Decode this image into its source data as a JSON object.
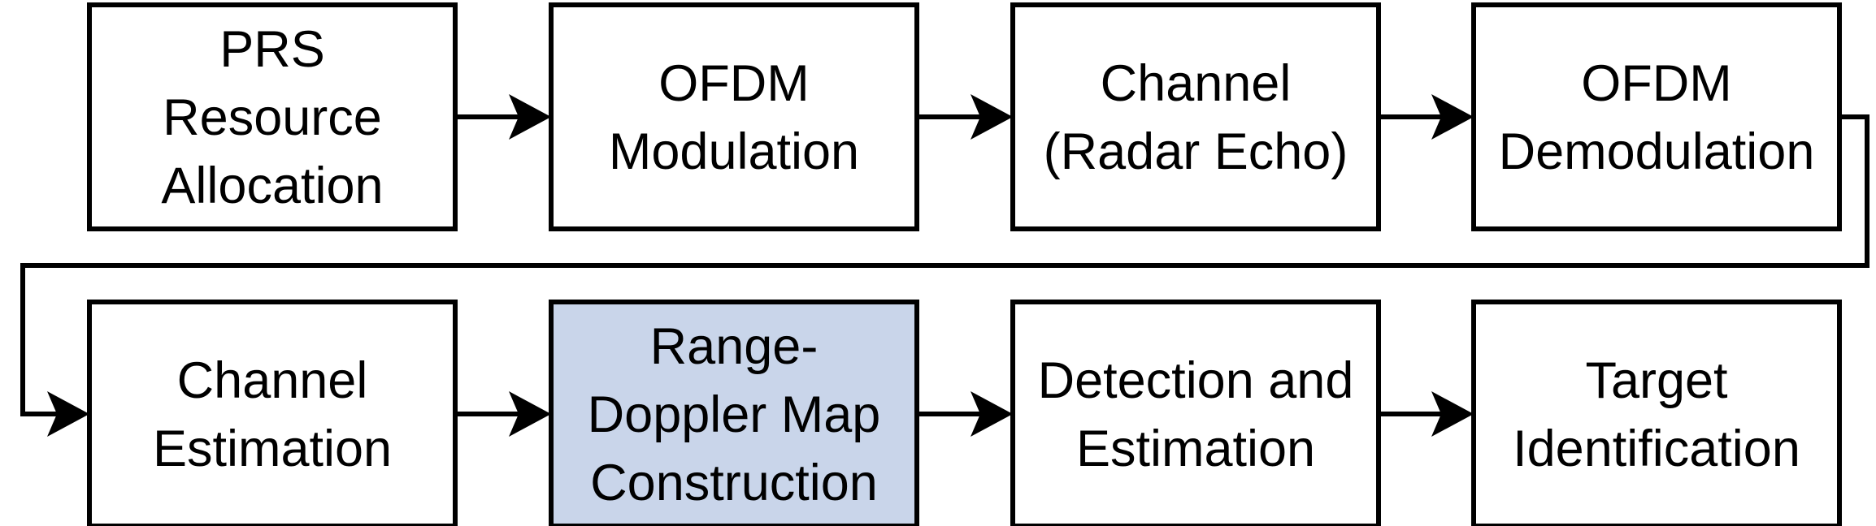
{
  "blocks": [
    {
      "id": "prs-allocation",
      "lines": [
        "PRS",
        "Resource",
        "Allocation"
      ],
      "highlight": false
    },
    {
      "id": "ofdm-modulation",
      "lines": [
        "OFDM",
        "Modulation"
      ],
      "highlight": false
    },
    {
      "id": "channel-radar-echo",
      "lines": [
        "Channel",
        "(Radar Echo)"
      ],
      "highlight": false
    },
    {
      "id": "ofdm-demodulation",
      "lines": [
        "OFDM",
        "Demodulation"
      ],
      "highlight": false
    },
    {
      "id": "channel-estimation",
      "lines": [
        "Channel",
        "Estimation"
      ],
      "highlight": false
    },
    {
      "id": "range-doppler-map",
      "lines": [
        "Range-",
        "Doppler Map",
        "Construction"
      ],
      "highlight": true
    },
    {
      "id": "detection-estimation",
      "lines": [
        "Detection and",
        "Estimation"
      ],
      "highlight": false
    },
    {
      "id": "target-identification",
      "lines": [
        "Target",
        "Identification"
      ],
      "highlight": false
    }
  ],
  "colors": {
    "highlight_fill": "#c9d5ea",
    "stroke": "#000000",
    "background": "#ffffff"
  }
}
